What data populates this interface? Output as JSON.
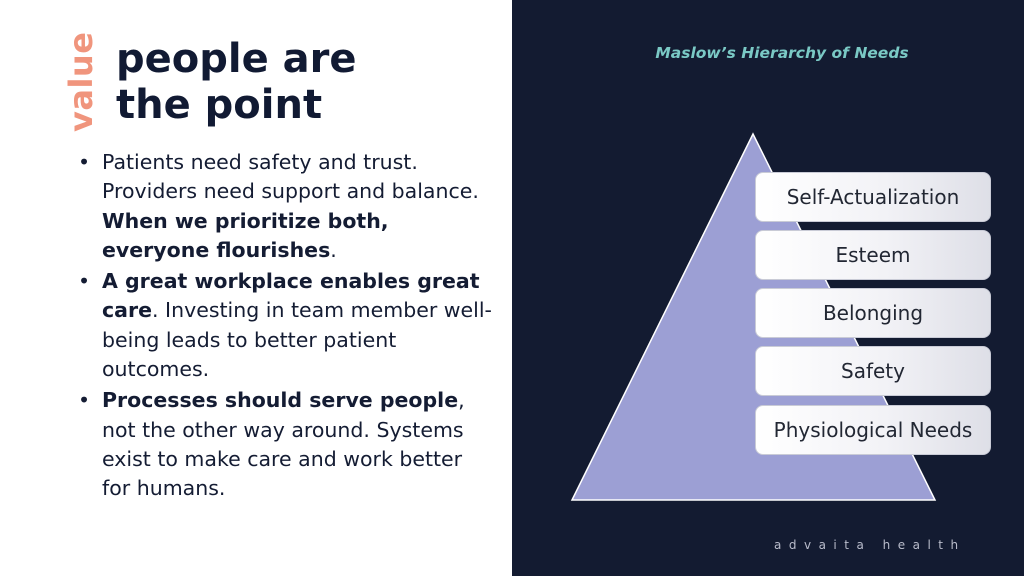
{
  "slide": {
    "tag": "value",
    "headline_line1": "people are",
    "headline_line2": "the point",
    "bullets": [
      {
        "a": "Patients need safety and trust. Providers need support and balance. ",
        "b": "When we prioritize both, everyone flourishes",
        "c": "."
      },
      {
        "a": "",
        "b": "A great workplace enables great care",
        "c": ". Investing in team member well-being leads to better patient outcomes."
      },
      {
        "a": "",
        "b": "Processes should serve people",
        "c": ", not the other way around. Systems exist to make care and work better for humans."
      }
    ]
  },
  "diagram": {
    "title": "Maslow’s Hierarchy of Needs",
    "levels": [
      "Self-Actualization",
      "Esteem",
      "Belonging",
      "Safety",
      "Physiological Needs"
    ],
    "colors": {
      "triangle": "#9c9fd4",
      "background": "#131b31",
      "title": "#7ac9c5",
      "accent": "#f0957d"
    }
  },
  "brand": "advaita health"
}
